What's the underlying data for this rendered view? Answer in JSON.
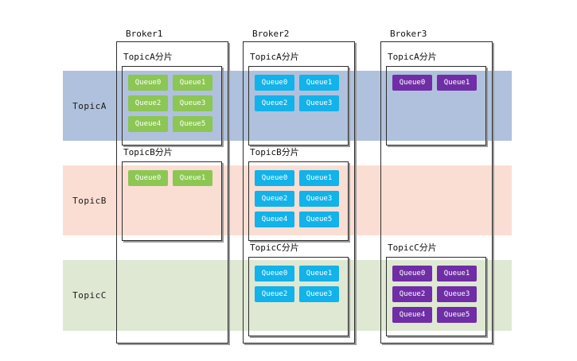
{
  "diagram": {
    "topic_bands": [
      {
        "label": "TopicA",
        "color": "#AFC1DC"
      },
      {
        "label": "TopicB",
        "color": "#FBDED3"
      },
      {
        "label": "TopicC",
        "color": "#DFE8D3"
      }
    ],
    "queue_colors": {
      "green": "#8CC653",
      "cyan": "#12B2EA",
      "purple": "#6F2EA5"
    },
    "brokers": [
      {
        "name": "Broker1",
        "shards": [
          {
            "title": "TopicA分片",
            "row": "a",
            "queue_color": "green",
            "queues": [
              "Queue0",
              "Queue1",
              "Queue2",
              "Queue3",
              "Queue4",
              "Queue5"
            ]
          },
          {
            "title": "TopicB分片",
            "row": "b",
            "queue_color": "green",
            "queues": [
              "Queue0",
              "Queue1"
            ]
          }
        ]
      },
      {
        "name": "Broker2",
        "shards": [
          {
            "title": "TopicA分片",
            "row": "a",
            "queue_color": "cyan",
            "queues": [
              "Queue0",
              "Queue1",
              "Queue2",
              "Queue3"
            ]
          },
          {
            "title": "TopicB分片",
            "row": "b",
            "queue_color": "cyan",
            "queues": [
              "Queue0",
              "Queue1",
              "Queue2",
              "Queue3",
              "Queue4",
              "Queue5"
            ]
          },
          {
            "title": "TopicC分片",
            "row": "c",
            "queue_color": "cyan",
            "queues": [
              "Queue0",
              "Queue1",
              "Queue2",
              "Queue3"
            ]
          }
        ]
      },
      {
        "name": "Broker3",
        "shards": [
          {
            "title": "TopicA分片",
            "row": "a",
            "queue_color": "purple",
            "queues": [
              "Queue0",
              "Queue1"
            ]
          },
          {
            "title": "TopicC分片",
            "row": "c",
            "queue_color": "purple",
            "queues": [
              "Queue0",
              "Queue1",
              "Queue2",
              "Queue3",
              "Queue4",
              "Queue5"
            ]
          }
        ]
      }
    ]
  }
}
